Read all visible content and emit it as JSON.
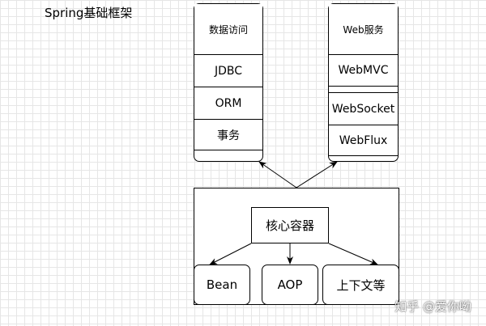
{
  "title": "Spring基础框架",
  "data_access": {
    "header": "数据访问",
    "items": [
      "JDBC",
      "ORM",
      "事务"
    ]
  },
  "web": {
    "header": "Web服务",
    "items": [
      "WebMVC",
      "WebSocket",
      "WebFlux"
    ]
  },
  "core": {
    "label": "核心容器",
    "children": [
      "Bean",
      "AOP",
      "上下文等"
    ]
  },
  "watermark": "知乎 @爱你呦"
}
